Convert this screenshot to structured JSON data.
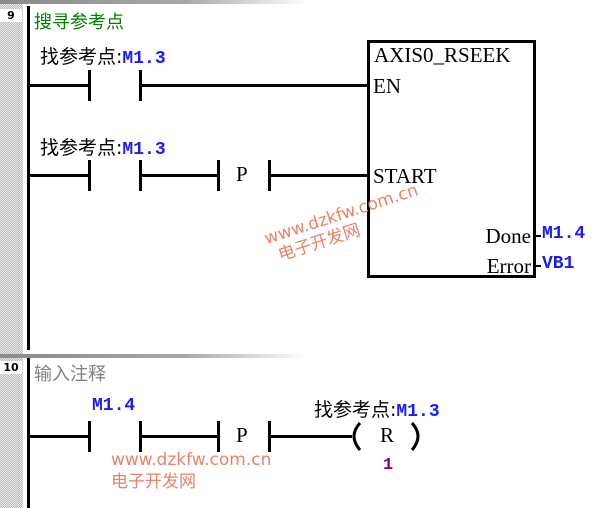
{
  "networks": [
    {
      "number": "9",
      "comment": "搜寻参考点",
      "comment_color": "#008000",
      "rungs": [
        {
          "contact": {
            "symbol": "找参考点",
            "address": "M1.3",
            "type": "normally-open"
          },
          "connects_to": "EN"
        },
        {
          "contact": {
            "symbol": "找参考点",
            "address": "M1.3",
            "type": "normally-open"
          },
          "edge": {
            "label": "P",
            "type": "positive-transition"
          },
          "connects_to": "START"
        }
      ],
      "function_block": {
        "name": "AXIS0_RSEEK",
        "inputs": [
          "EN",
          "START"
        ],
        "outputs": [
          {
            "pin": "Done",
            "address": "M1.4"
          },
          {
            "pin": "Error",
            "address": "VB1"
          }
        ]
      }
    },
    {
      "number": "10",
      "comment": "输入注释",
      "comment_color": "#808080",
      "rung": {
        "contact": {
          "address": "M1.4",
          "type": "normally-open"
        },
        "edge": {
          "label": "P",
          "type": "positive-transition"
        },
        "coil": {
          "symbol": "找参考点",
          "address": "M1.3",
          "type": "reset",
          "label": "R",
          "count": "1"
        }
      }
    }
  ],
  "labels": {
    "sep": ":"
  },
  "watermark": {
    "url": "www.dzkfw.com.cn",
    "name": "电子开发网"
  },
  "colors": {
    "address": "#1a1aff",
    "comment_active": "#008000",
    "comment_placeholder": "#808080",
    "count": "#800080",
    "watermark": "#e8826a"
  }
}
